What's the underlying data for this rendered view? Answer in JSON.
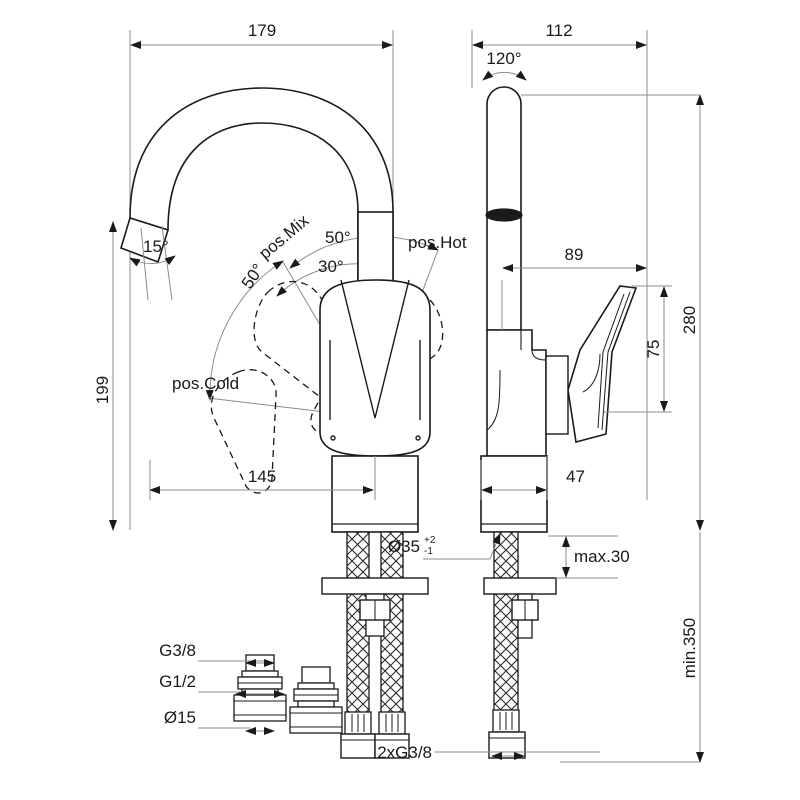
{
  "drawing": {
    "title": "Single-lever mixer tap dimensional drawing",
    "units": "mm",
    "line_color": "#1a1a1a",
    "dim_line_color": "#8c8c8c",
    "text_color": "#1a1a1a"
  },
  "front_view": {
    "dimensions": {
      "overall_width": "179",
      "spout_height": "199",
      "spout_reach": "145",
      "outlet_angle": "15°"
    },
    "handle_rotation": {
      "pos_cold_label": "pos.Cold",
      "pos_mix_label": "pos.Mix",
      "pos_hot_label": "pos.Hot",
      "cold_to_mix_angle": "50°",
      "mix_to_centre_angle": "30°",
      "centre_to_hot_angle": "50°"
    }
  },
  "side_view": {
    "dimensions": {
      "overall_depth": "112",
      "lever_swivel_angle": "120°",
      "lever_reach": "89",
      "lever_height": "75",
      "body_height": "280",
      "body_depth": "47"
    }
  },
  "installation": {
    "hole_diameter": "Ø35",
    "hole_tol_plus": "+2",
    "hole_tol_minus": "-1",
    "max_deck_thickness": "max.30",
    "min_hose_length": "min.350",
    "hose_connection": "2xG3/8"
  },
  "connectors": {
    "thread_top": "G3/8",
    "thread_body": "G1/2",
    "tube_diameter": "Ø15"
  }
}
